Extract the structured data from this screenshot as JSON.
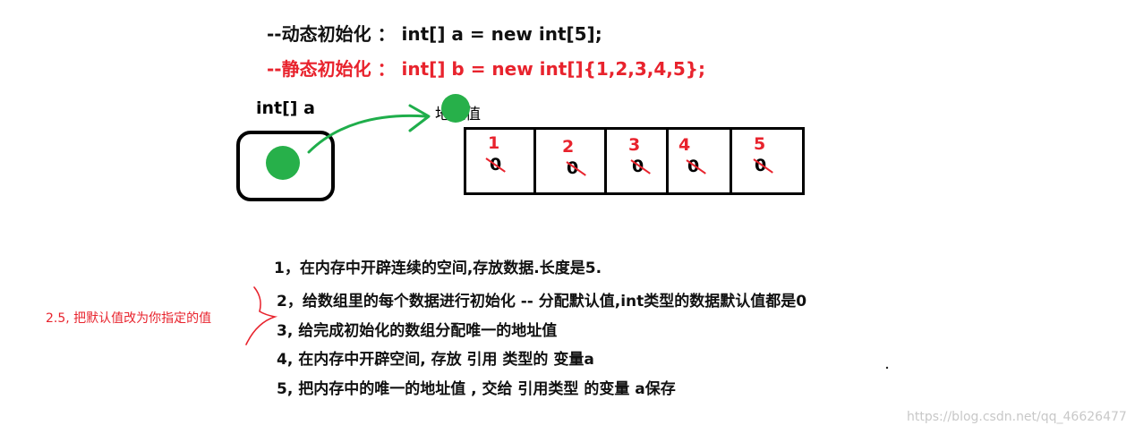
{
  "header": {
    "dynamic_init": "--动态初始化 ：  int[] a = new int[5];",
    "static_init": "--静态初始化 ：  int[] b = new int[]{1,2,3,4,5};"
  },
  "diagram": {
    "variable_label": "int[] a",
    "address_label": "地址值",
    "colors": {
      "accent": "#e8232d",
      "dot": "#27b04a",
      "arrow": "#1fae4b"
    },
    "cells": [
      {
        "index": "1",
        "value": "0"
      },
      {
        "index": "2",
        "value": "0"
      },
      {
        "index": "3",
        "value": "0"
      },
      {
        "index": "4",
        "value": "0"
      },
      {
        "index": "5",
        "value": "0"
      }
    ]
  },
  "steps": [
    "1，在内存中开辟连续的空间,存放数据.长度是5.",
    "2，给数组里的每个数据进行初始化  -- 分配默认值,int类型的数据默认值都是0",
    "3, 给完成初始化的数组分配唯一的地址值",
    "4, 在内存中开辟空间, 存放 引用 类型的 变量a",
    "5, 把内存中的唯一的地址值 , 交给  引用类型  的变量 a保存"
  ],
  "side_note": "2.5, 把默认值改为你指定的值",
  "watermark": "https://blog.csdn.net/qq_46626477"
}
